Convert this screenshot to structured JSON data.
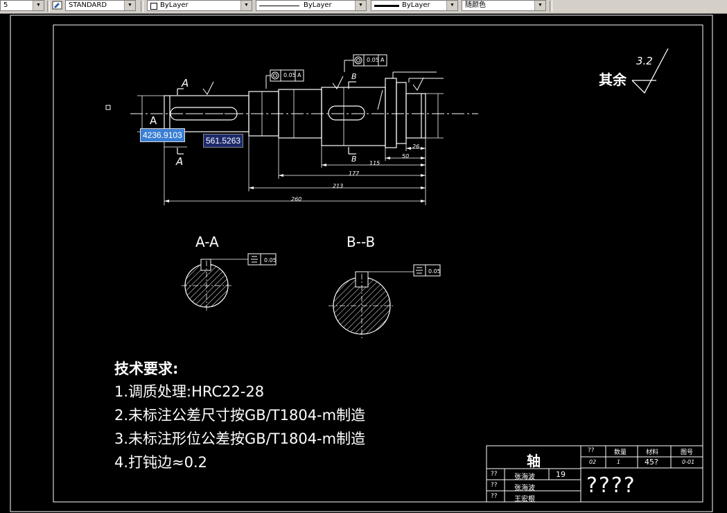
{
  "toolbar": {
    "first_combo_value": "5",
    "text_style": "STANDARD",
    "layer": "ByLayer",
    "linetype": "ByLayer",
    "lineweight": "ByLayer",
    "color": "随颜色"
  },
  "drawing": {
    "roughness_label": "其余",
    "roughness_value": "3.2",
    "section_a_title": "A-A",
    "section_b_title": "B--B",
    "section_a_mark": "A",
    "section_b_mark": "B",
    "tol_flatness": "0.05",
    "tol_datum": "A",
    "tol_sym_a": "0.05",
    "tol_sym_b": "0.05",
    "dim_260": "260",
    "dim_213": "213",
    "dim_177": "177",
    "dim_115": "115",
    "dim_50": "50",
    "dim_26": "26",
    "dynamic_input_x": "4236.9103",
    "dynamic_input_y": "561.5263"
  },
  "tech_requirements": {
    "title": "技术要求:",
    "items": [
      "1.调质处理:HRC22-28",
      "2.未标注公差尺寸按GB/T1804-m制造",
      "3.未标注形位公差按GB/T1804-m制造",
      "4.打钝边≈0.2"
    ]
  },
  "title_block": {
    "part_name": "轴",
    "hdr_1": "??",
    "hdr_qty": "数量",
    "hdr_material": "材料",
    "hdr_drawing_no": "图号",
    "val_1": "02",
    "val_qty": "1",
    "val_material": "45?",
    "val_drawing_no": "0-01",
    "row1_label": "??",
    "row1_name": "张海波",
    "row1_value": "19",
    "row2_label": "??",
    "row2_name": "张海波",
    "row3_label": "??",
    "row3_name": "王宏根",
    "unknown_text": "????"
  }
}
